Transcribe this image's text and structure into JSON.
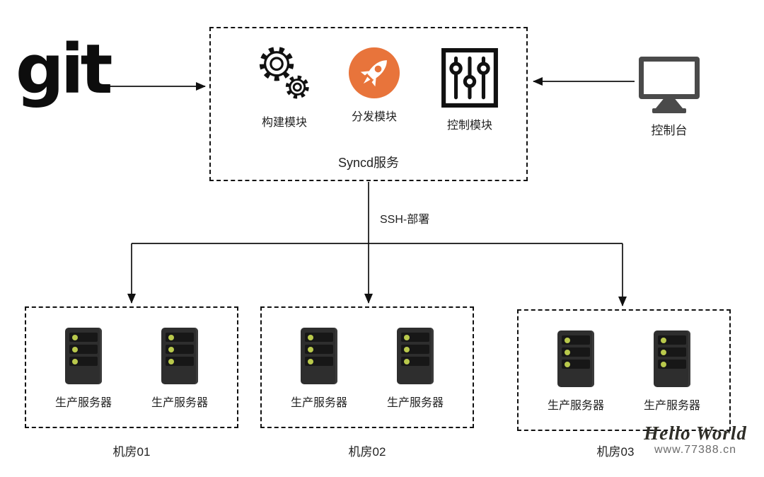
{
  "diagram": {
    "git_label": "git",
    "syncd_box": {
      "title": "Syncd服务",
      "modules": [
        {
          "label": "构建模块",
          "icon": "gears-icon"
        },
        {
          "label": "分发模块",
          "icon": "rocket-icon"
        },
        {
          "label": "控制模块",
          "icon": "sliders-icon"
        }
      ]
    },
    "console": {
      "label": "控制台",
      "icon": "monitor-icon"
    },
    "deploy_label": "SSH-部署",
    "datacenters": [
      {
        "label": "机房01",
        "servers": [
          "生产服务器",
          "生产服务器"
        ]
      },
      {
        "label": "机房02",
        "servers": [
          "生产服务器",
          "生产服务器"
        ]
      },
      {
        "label": "机房03",
        "servers": [
          "生产服务器",
          "生产服务器"
        ]
      }
    ],
    "watermark": {
      "line1": "Hello World",
      "line2": "www.77388.cn"
    },
    "colors": {
      "line": "#111111",
      "rocket_bg": "#E8743B",
      "server_body": "#2E2E2E",
      "server_led": "#B9C94C",
      "monitor": "#4A4A4A"
    }
  }
}
